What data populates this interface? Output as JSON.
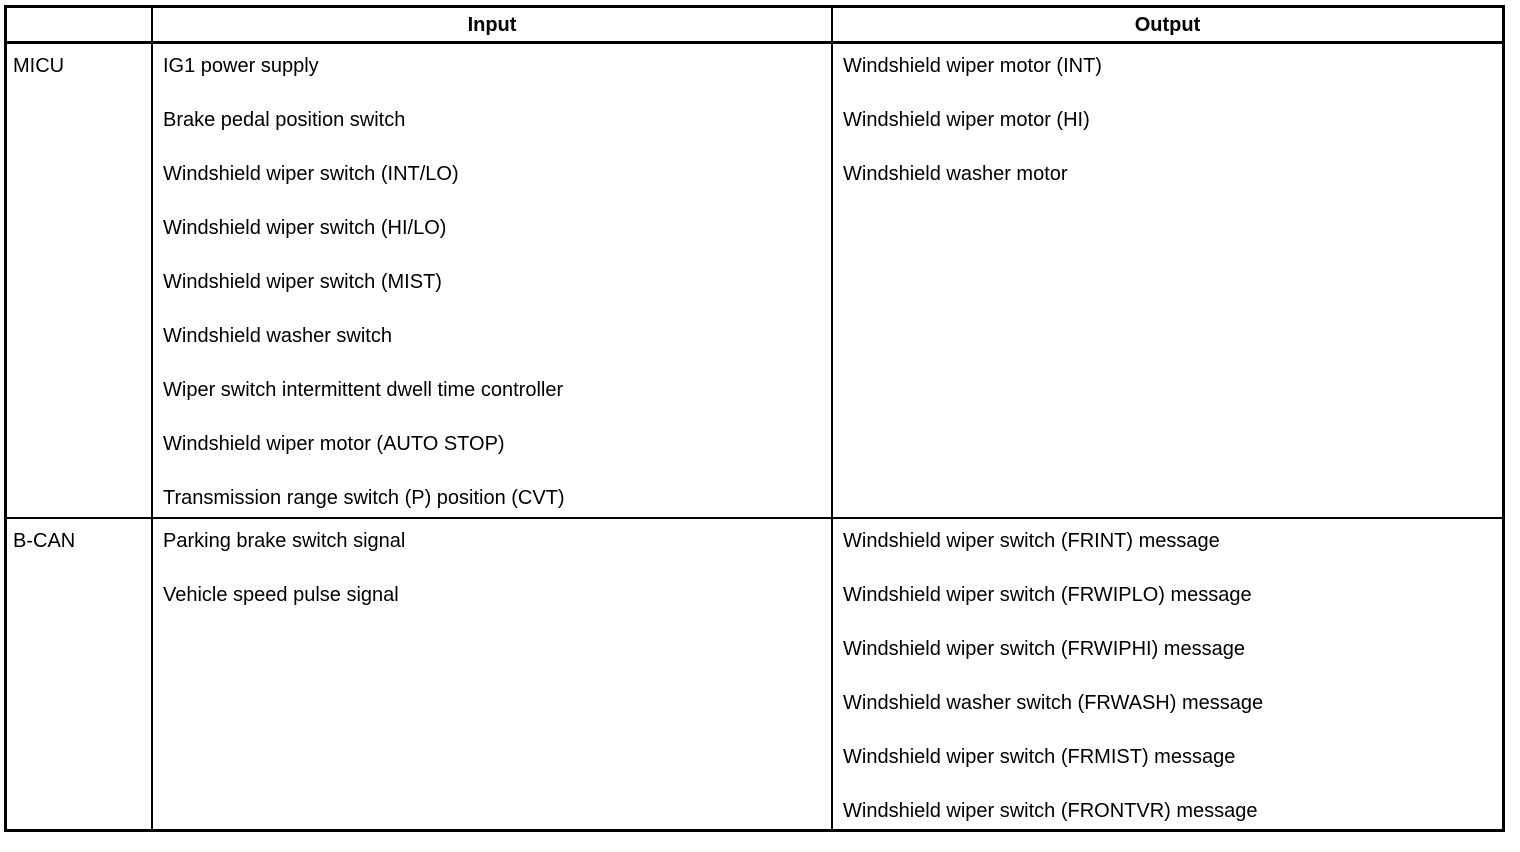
{
  "table": {
    "headers": {
      "corner": "",
      "input": "Input",
      "output": "Output"
    },
    "groups": [
      {
        "label": "MICU",
        "input": [
          "IG1 power supply",
          "Brake pedal position switch",
          "Windshield wiper switch (INT/LO)",
          "Windshield wiper switch (HI/LO)",
          "Windshield wiper switch (MIST)",
          "Windshield washer switch",
          "Wiper switch intermittent dwell time controller",
          "Windshield wiper motor (AUTO STOP)",
          "Transmission range switch (P) position (CVT)"
        ],
        "output": [
          "Windshield wiper motor (INT)",
          "Windshield wiper motor (HI)",
          "Windshield washer motor"
        ]
      },
      {
        "label": "B-CAN",
        "input": [
          "Parking brake switch signal",
          "Vehicle speed pulse signal"
        ],
        "output": [
          "Windshield wiper switch (FRINT) message",
          "Windshield wiper switch (FRWIPLO) message",
          "Windshield wiper switch (FRWIPHI) message",
          "Windshield washer switch (FRWASH) message",
          "Windshield wiper switch (FRMIST) message",
          "Windshield wiper switch (FRONTVR) message"
        ]
      }
    ]
  },
  "colors": {
    "border": "#000000",
    "text": "#000000",
    "background": "#ffffff"
  }
}
